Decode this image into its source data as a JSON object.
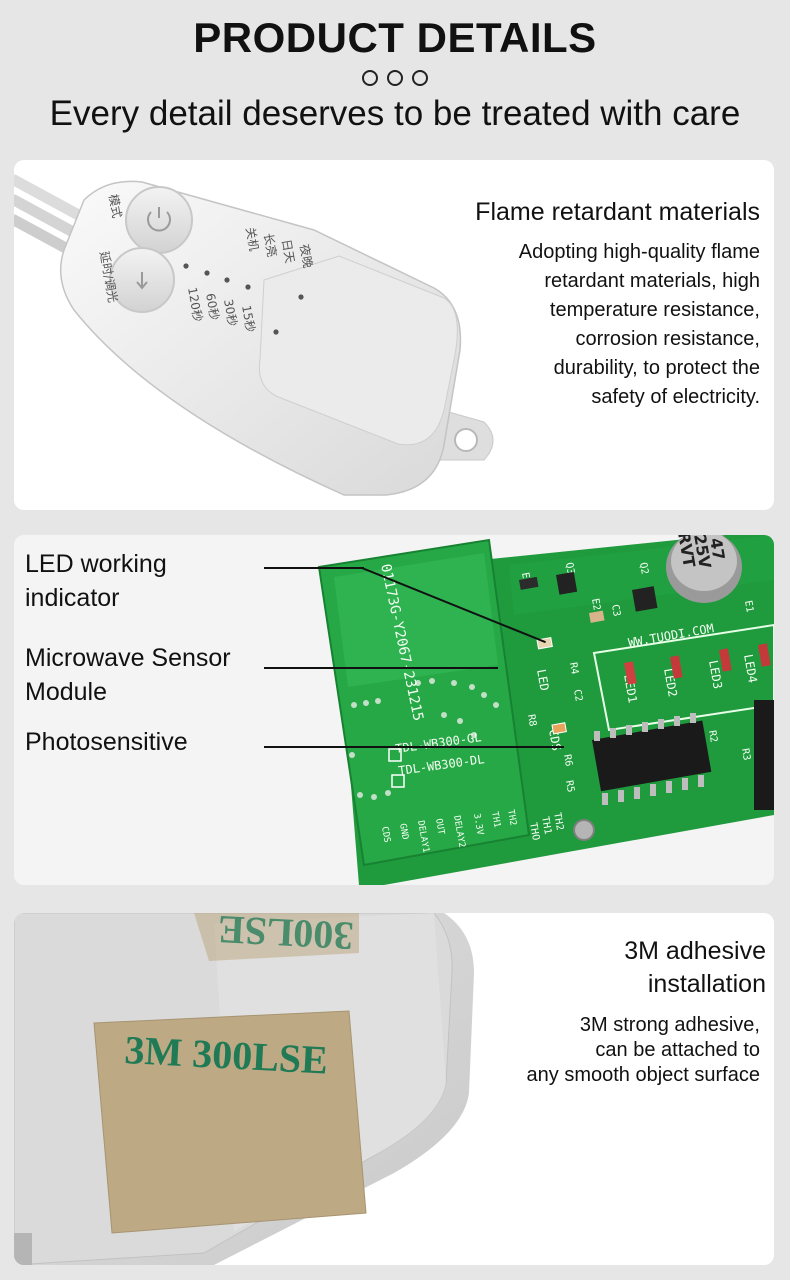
{
  "header": {
    "title": "PRODUCT DETAILS",
    "subtitle": "Every detail deserves to be treated with care"
  },
  "feature1": {
    "title": "Flame retardant materials",
    "lines": [
      "Adopting high-quality flame",
      "retardant materials, high",
      "temperature resistance,",
      "corrosion resistance,",
      "durability, to protect the",
      "safety of electricity."
    ],
    "device_labels": {
      "mode": "模式",
      "delay_dimming": "延时/调光",
      "col1": [
        "夜晚",
        "日天",
        "长亮",
        "关机"
      ],
      "col2": [
        "15秒",
        "30秒",
        "60秒",
        "120秒"
      ]
    }
  },
  "feature2": {
    "callouts": [
      {
        "label_line1": "LED working",
        "label_line2": "indicator"
      },
      {
        "label_line1": "Microwave Sensor",
        "label_line2": "Module"
      },
      {
        "label_line1": "Photosensitive",
        "label_line2": ""
      }
    ],
    "board_labels": {
      "module_code": "01173G-Y2067-231215",
      "model1": "TDL-WB300-GL",
      "model2": "TDL-WB300-DL",
      "pins": [
        "TH2",
        "TH1",
        "3.3V",
        "DELAY2",
        "OUT",
        "DELAY1",
        "GND",
        "CDS"
      ],
      "cap_top": "47",
      "cap_mid": "25V",
      "cap_bot": "RVT",
      "site": "WW.TUODI.COM",
      "led": "LED",
      "cds": "CDS",
      "leds": [
        "LED1",
        "LED2",
        "LED3",
        "LED4"
      ],
      "parts": [
        "E3",
        "Q3",
        "E2",
        "C3",
        "Q2",
        "E1",
        "R4",
        "C2",
        "R8",
        "R6",
        "R5",
        "R2",
        "R3",
        "TH2",
        "TH1",
        "THO"
      ]
    },
    "colors": {
      "pcb": "#1f9a3d",
      "silk": "#ffffff",
      "chip": "#1a1a1a"
    }
  },
  "feature3": {
    "title_line1": "3M adhesive",
    "title_line2": "installation",
    "lines": [
      "3M strong adhesive,",
      "can be attached to",
      "any smooth object surface"
    ],
    "tape_text_top": "300LSE",
    "tape_text_bottom": "3M 300LSE"
  }
}
